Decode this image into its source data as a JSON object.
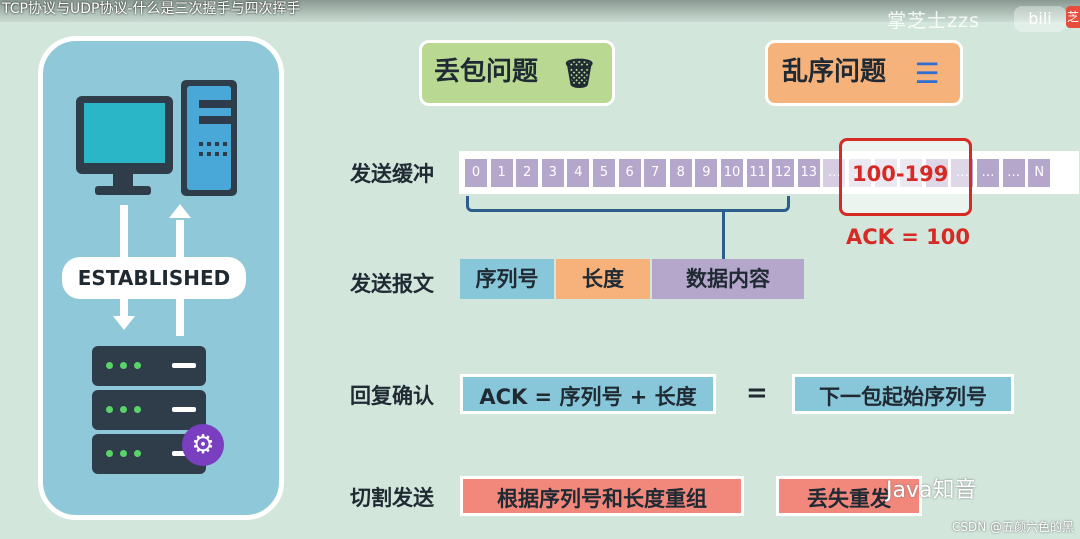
{
  "video_title": "TCP协议与UDP协议-什么是三次握手与四次挥手",
  "watermark_top": "掌芝士zzs",
  "bili_logo": "bili",
  "logo_corner": "芝",
  "established_label": "ESTABLISHED",
  "gear_glyph": "⚙",
  "tags": {
    "loss": "丢包问题",
    "order": "乱序问题",
    "loss_icon": "🗑",
    "order_icon": "☰"
  },
  "rows": {
    "send_buffer": "发送缓冲",
    "send_packet": "发送报文",
    "reply_ack": "回复确认",
    "split_send": "切割发送"
  },
  "buffer_cells": [
    "0",
    "1",
    "2",
    "3",
    "4",
    "5",
    "6",
    "7",
    "8",
    "9",
    "10",
    "11",
    "12",
    "13",
    "…",
    "…",
    "…",
    "…",
    "…",
    "…",
    "…",
    "…",
    "N"
  ],
  "range_label": "100-199",
  "ack_value": "ACK = 100",
  "packet_fields": {
    "seq": "序列号",
    "len": "长度",
    "data": "数据内容"
  },
  "ack_formula": "ACK = 序列号 + 长度",
  "equals_sign": "=",
  "next_seq": "下一包起始序列号",
  "reassemble": "根据序列号和长度重组",
  "resend": "丢失重发",
  "watermark_wechat": "Java知音",
  "watermark_csdn": "CSDN @五颜六色的黑",
  "colors": {
    "seq_cell": "#88c6d9",
    "len_cell": "#f7b27c",
    "data_cell": "#b5a6cc",
    "red": "#d62a24",
    "salmon": "#f2877c"
  }
}
